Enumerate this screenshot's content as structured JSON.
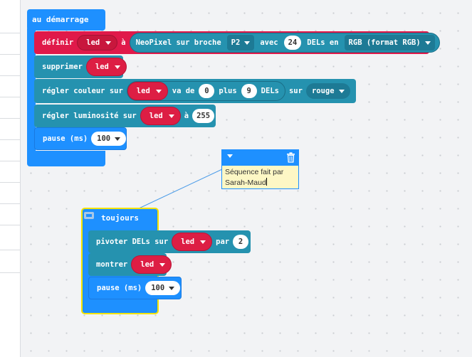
{
  "on_start": {
    "label": "au démarrage",
    "set_block": {
      "label": "définir",
      "variable": "led",
      "to": "à",
      "neopixel_label": "NeoPixel sur broche",
      "pin": "P2",
      "with_label": "avec",
      "count": "24",
      "leds_label": "DELs en",
      "mode": "RGB (format RGB)"
    },
    "clear_block": {
      "label": "supprimer",
      "variable": "led"
    },
    "range_block": {
      "label": "régler couleur sur",
      "variable": "led",
      "from_label": "va de",
      "from": "0",
      "plus_label": "plus",
      "count": "9",
      "leds_label": "DELs",
      "on_label": "sur",
      "color": "rouge"
    },
    "brightness_block": {
      "label": "régler luminosité sur",
      "variable": "led",
      "to_label": "à",
      "value": "255"
    },
    "pause_block": {
      "label": "pause (ms)",
      "value": "100"
    }
  },
  "comment": {
    "text_line1": "Séquence fait par",
    "text_line2": "Sarah-Maud"
  },
  "forever": {
    "label": "toujours",
    "rotate_block": {
      "label": "pivoter DELs sur",
      "variable": "led",
      "by_label": "par",
      "value": "2"
    },
    "show_block": {
      "label": "montrer",
      "variable": "led"
    },
    "pause_block": {
      "label": "pause (ms)",
      "value": "100"
    }
  },
  "colors": {
    "basic": "#1e90ff",
    "neopixel": "#2592af",
    "variable": "#dd1e44",
    "highlight": "#f4e300",
    "comment_bg": "#fdf7c5"
  }
}
